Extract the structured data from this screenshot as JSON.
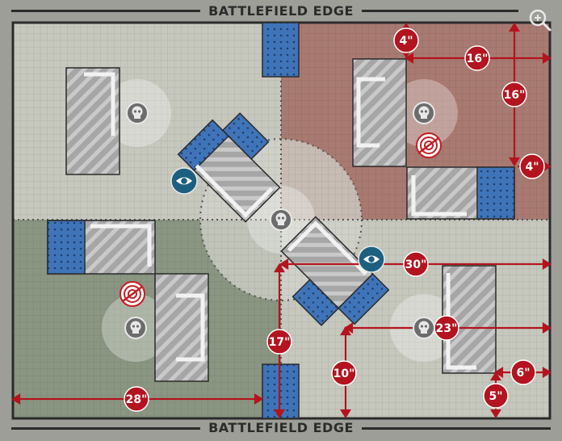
{
  "edges": {
    "top": "BATTLEFIELD EDGE",
    "bottom": "BATTLEFIELD EDGE"
  },
  "measurements": [
    "4\"",
    "16\"",
    "16\"",
    "4\"",
    "30\"",
    "17\"",
    "10\"",
    "23\"",
    "28\"",
    "6\"",
    "5\""
  ],
  "icons": {
    "objective": "skull-icon",
    "observer": "eye-icon",
    "target": "crossed-target-icon",
    "zoom": "zoom-in-icon"
  },
  "colors": {
    "board": "#c6c8be",
    "red_zone": "#a87a72",
    "green_zone": "#8a9682",
    "cover": "#3f74b8",
    "ruin_fill": "#a6a6a6",
    "wall": "#f2f2f2",
    "measure": "#b3141f",
    "eye": "#1d5f7e"
  }
}
